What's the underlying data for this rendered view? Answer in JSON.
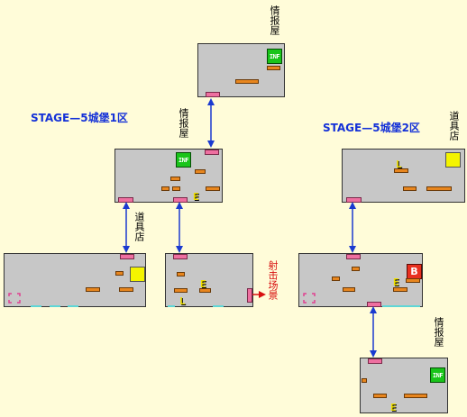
{
  "map": {
    "stage_titles": {
      "castle1": "STAGE—5城堡1区",
      "castle2": "STAGE—5城堡2区"
    },
    "labels": {
      "info_top": "情报屋",
      "info_mid": "情报屋",
      "info_bottom": "情报屋",
      "item_left": "道具店",
      "item_right": "道具店",
      "shooting": "射击场景"
    },
    "markers": {
      "info": "INF",
      "boss": "B",
      "elevator": "E",
      "ladder": "L"
    },
    "colors": {
      "background": "#fffcd9",
      "room": "#c7c7c7",
      "door": "#ee6fa0",
      "platform": "#e8861e",
      "connector": "#1a3ad0",
      "shooting_arrow": "#d81010",
      "stage_title": "#1431d8"
    }
  }
}
